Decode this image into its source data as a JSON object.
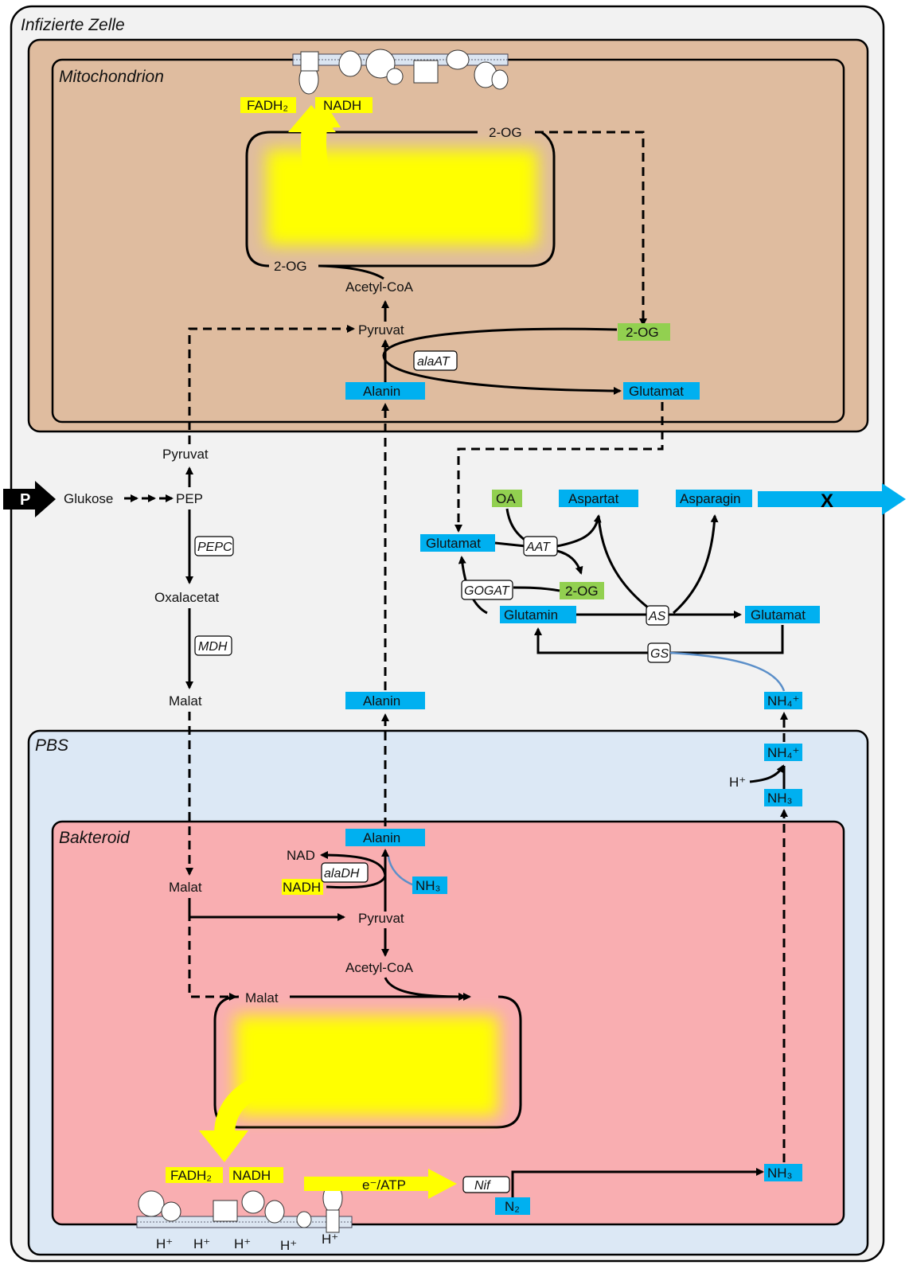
{
  "compartments": {
    "cell": "Infizierte Zelle",
    "mitochondrion": "Mitochondrion",
    "pbs": "PBS",
    "bacteroid": "Bakteroid"
  },
  "metabolites": {
    "fadh2_mito": "FADH₂",
    "nadh_mito": "NADH",
    "og_tca_top": "2-OG",
    "og_tca_bottom": "2-OG",
    "acetylcoa_mito": "Acetyl-CoA",
    "pyruvat_mito": "Pyruvat",
    "og_mito_green": "2-OG",
    "alanin_mito": "Alanin",
    "glutamat_mito": "Glutamat",
    "pyruvat_cyto": "Pyruvat",
    "p_symbol": "P",
    "glukose": "Glukose",
    "pep": "PEP",
    "oxalacetat": "Oxalacetat",
    "malat_cyto": "Malat",
    "glutamat_cyto": "Glutamat",
    "oa": "OA",
    "aspartat": "Aspartat",
    "asparagin": "Asparagin",
    "x_mark": "X",
    "og_cyto": "2-OG",
    "glutamin": "Glutamin",
    "glutamat_right": "Glutamat",
    "alanin_cyto": "Alanin",
    "nh4_cyto": "NH₄⁺",
    "nh4_pbs": "NH₄⁺",
    "hplus_pbs": "H⁺",
    "nh3_pbs": "NH₃",
    "alanin_bact": "Alanin",
    "nad": "NAD",
    "nadh_bact_in": "NADH",
    "nh3_bact": "NH₃",
    "malat_bact": "Malat",
    "pyruvat_bact": "Pyruvat",
    "acetylcoa_bact": "Acetyl-CoA",
    "malat_tca": "Malat",
    "fadh2_bact": "FADH₂",
    "nadh_bact": "NADH",
    "e_atp": "e⁻/ATP",
    "nh3_out": "NH₃",
    "n2": "N₂",
    "hplus_1": "H⁺",
    "hplus_2": "H⁺",
    "hplus_3": "H⁺",
    "hplus_4": "H⁺",
    "hplus_5": "H⁺"
  },
  "enzymes": {
    "alaat": "alaAT",
    "pepc": "PEPC",
    "mdh": "MDH",
    "aat": "AAT",
    "gogat": "GOGAT",
    "as": "AS",
    "gs": "GS",
    "aladh": "alaDH",
    "nif": "Nif"
  },
  "colors": {
    "cell_bg": "#f2f2f2",
    "mito_bg": "#dfbc9f",
    "pbs_bg": "#dce8f5",
    "bact_bg": "#f9aeb1",
    "blue": "#00b0f0",
    "green": "#92d050",
    "yellow": "#ffff00"
  }
}
